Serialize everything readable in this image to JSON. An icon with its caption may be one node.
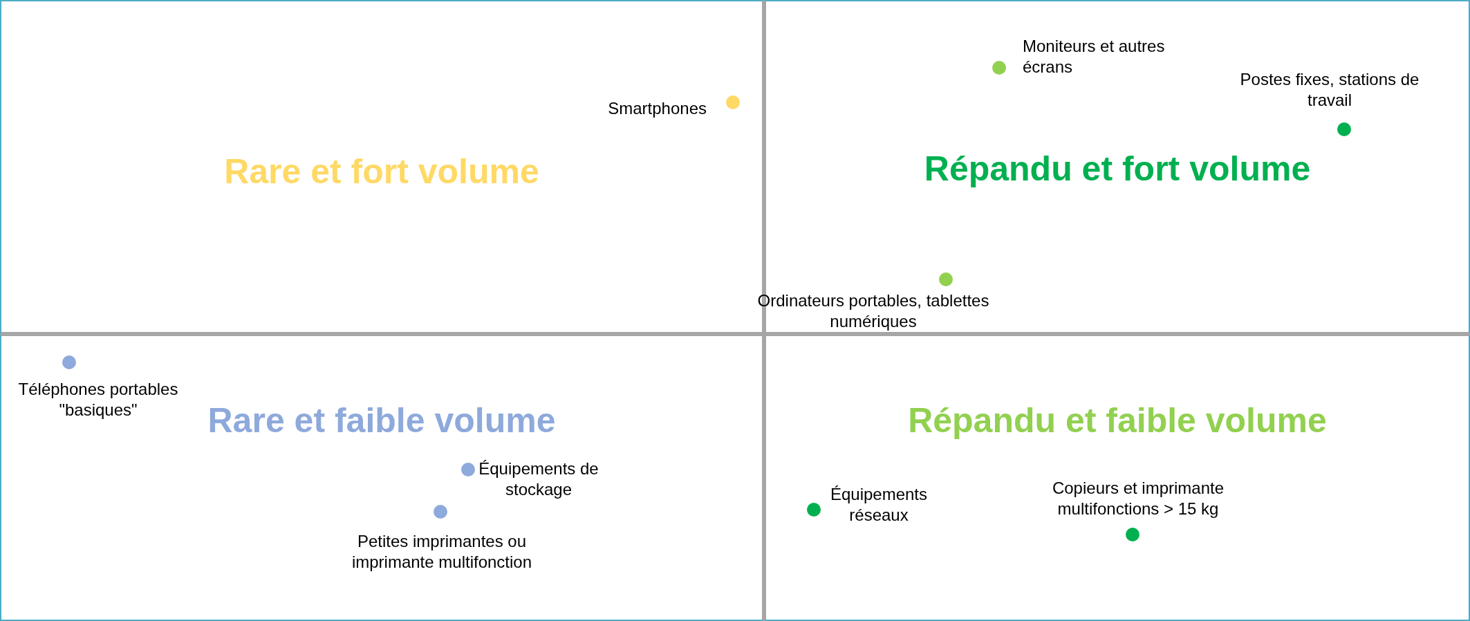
{
  "diagram": {
    "nodes": [
      {
        "text": [
          "Rare et fort volume"
        ]
      },
      {
        "text": [],
        "shape": "circle",
        "in": 0,
        "beside": [
          "Smartphones"
        ]
      },
      {
        "text": [
          "Répandu et fort volume"
        ]
      },
      {
        "text": [],
        "shape": "circle",
        "in": 2,
        "beside": [
          "Moniteurs et autres écrans"
        ]
      },
      {
        "text": [],
        "shape": "circle",
        "in": 2,
        "beside": [
          "Postes fixes, stations de travail"
        ]
      },
      {
        "text": [],
        "shape": "circle",
        "in": 2,
        "beside": [
          "Ordinateurs portables, tablettes numériques"
        ]
      },
      {
        "text": [
          "Rare et faible volume"
        ]
      },
      {
        "text": [],
        "shape": "circle",
        "in": 6,
        "beside": [
          "Téléphones portables \"basiques\""
        ]
      },
      {
        "text": [],
        "shape": "circle",
        "in": 6,
        "beside": [
          "Équipements de stockage"
        ]
      },
      {
        "text": [],
        "shape": "circle",
        "in": 6,
        "beside": [
          "Petites imprimantes ou imprimante multifonction"
        ]
      },
      {
        "text": [
          "Répandu et faible volume"
        ]
      },
      {
        "text": [],
        "shape": "circle",
        "in": 10,
        "beside": [
          "Équipements réseaux"
        ]
      },
      {
        "text": [],
        "shape": "circle",
        "in": 10,
        "beside": [
          "Copieurs et imprimante multifonctions > 15 kg"
        ]
      }
    ],
    "edges": []
  }
}
